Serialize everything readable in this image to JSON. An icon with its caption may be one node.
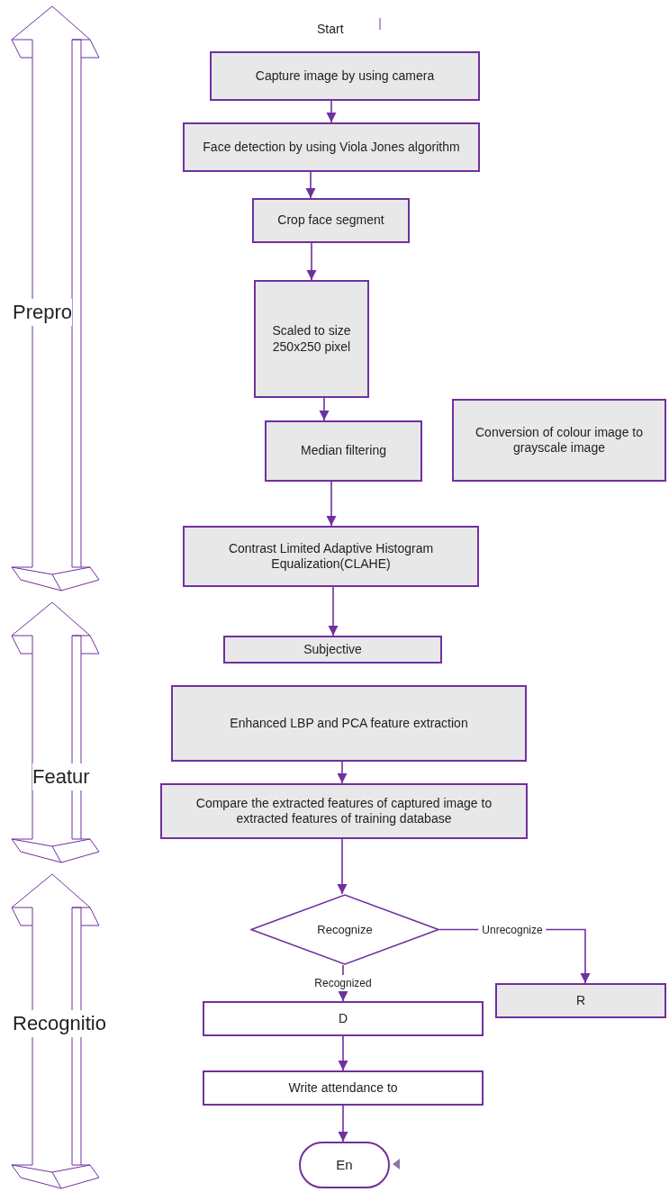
{
  "diagram": {
    "nodes": [
      {
        "text": [
          "Prepro"
        ]
      },
      {
        "text": [
          "Featur"
        ]
      },
      {
        "text": [
          "Recognitio"
        ]
      },
      {
        "text": [
          "Capture image by using camera"
        ]
      },
      {
        "text": [
          "Face detection by using Viola Jones algorithm"
        ]
      },
      {
        "text": [
          "Crop face segment"
        ]
      },
      {
        "text": [
          "Scaled to size 250x250 pixel"
        ]
      },
      {
        "text": [
          "Median filtering"
        ]
      },
      {
        "text": [
          "Conversion of colour image to grayscale image"
        ]
      },
      {
        "text": [
          "Contrast Limited Adaptive Histogram Equalization(CLAHE)"
        ]
      },
      {
        "text": [
          "Subjective"
        ]
      },
      {
        "text": [
          "Enhanced LBP and PCA feature extraction"
        ]
      },
      {
        "text": [
          "Compare the extracted features of captured image to extracted features of training database"
        ]
      },
      {
        "text": [
          "Recognize"
        ]
      },
      {
        "text": [
          "R"
        ]
      },
      {
        "text": [
          "D"
        ]
      },
      {
        "text": [
          "Write attendance to"
        ]
      },
      {
        "text": [
          "En"
        ]
      }
    ],
    "edges": [
      {
        "from": 3,
        "to": 4,
        "arrow": "to"
      },
      {
        "from": 4,
        "to": 5,
        "arrow": "to"
      },
      {
        "from": 5,
        "to": 6,
        "arrow": "to"
      },
      {
        "from": 6,
        "to": 7,
        "arrow": "to"
      },
      {
        "from": 7,
        "to": 9,
        "arrow": "to"
      },
      {
        "from": 9,
        "to": 10,
        "arrow": "to"
      },
      {
        "from": 11,
        "to": 12,
        "arrow": "to"
      },
      {
        "from": 12,
        "to": 13,
        "arrow": "to"
      },
      {
        "from": 13,
        "to": 14,
        "label": "Unrecognize",
        "arrow": "to"
      },
      {
        "from": 13,
        "to": 15,
        "label": "Recognized",
        "arrow": "to"
      },
      {
        "from": 15,
        "to": 16,
        "arrow": "to"
      },
      {
        "from": 16,
        "to": 17,
        "arrow": "to"
      }
    ],
    "labels": [
      "Start"
    ]
  }
}
